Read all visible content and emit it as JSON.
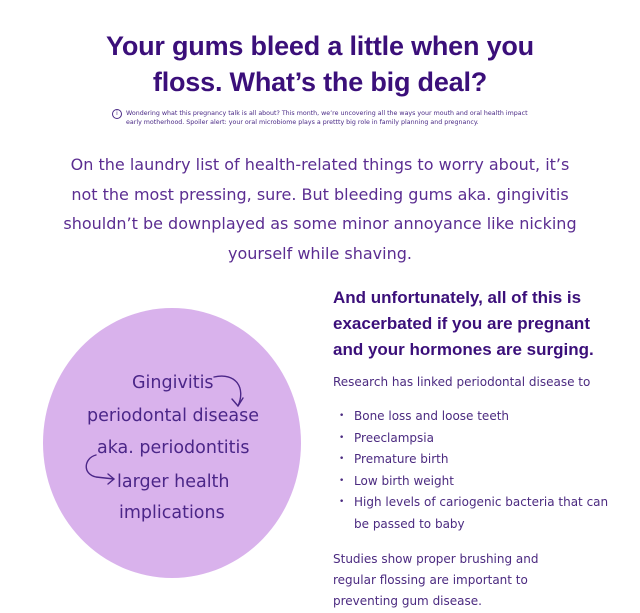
{
  "header": {
    "title_line1": "Your gums bleed a little when you",
    "title_line2": "floss. What’s the big deal?",
    "note_icon": "info-icon",
    "note_text": "Wondering what this pregnancy talk is all about? This month, we’re uncovering all the ways your mouth and oral health impact early motherhood. Spoiler alert: your oral microbiome plays a prettty big role in family planning and pregnancy."
  },
  "intro": "On the laundry list of health-related things to worry about, it’s not the most pressing, sure. But bleeding gums aka. gingivitis shouldn’t be downplayed as some minor annoyance like nicking yourself while shaving.",
  "diagram": {
    "color": "#d9b2ec",
    "lines": [
      "Gingivitis",
      "periodontal disease",
      "aka. periodontitis",
      "larger health",
      "implications"
    ]
  },
  "sidebar": {
    "heading": "And unfortunately, all of this is exacerbated if you are pregnant and your hormones are surging.",
    "lead": "Research has linked periodontal disease to",
    "items": [
      "Bone loss and loose teeth",
      "Preeclampsia",
      "Premature birth",
      "Low birth weight",
      "High levels of cariogenic bacteria that can be passed to baby"
    ],
    "footer": "Studies show proper brushing and regular flossing are important to preventing gum disease."
  }
}
